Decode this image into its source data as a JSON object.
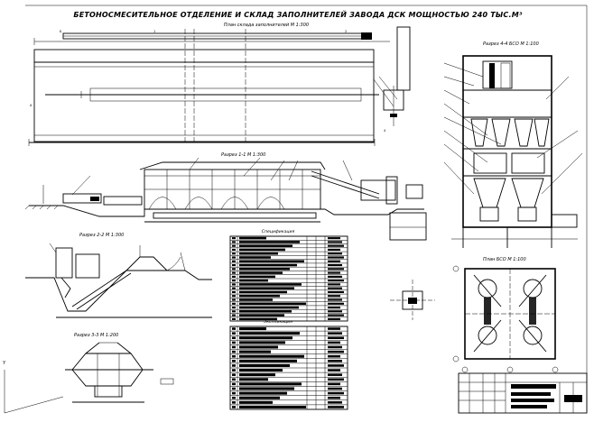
{
  "sheet": {
    "title": "БЕТОНОСМЕСИТЕЛЬНОЕ ОТДЕЛЕНИЕ И СКЛАД ЗАПОЛНИТЕЛЕЙ ЗАВОДА ДСК МОЩНОСТЬЮ 240 ТЫС.М³",
    "plan_label": "План склада заполнителей М 1:300",
    "section_1_label": "Разрез 1-1 М 1:300",
    "section_2_label": "Разрез 2-2 М 1:300",
    "section_3_label": "Разрез 3-3 М 1:200",
    "section_4_label": "Разрез 4-4 БСО М 1:100",
    "plan_bso_label": "План БСО М 1:100",
    "spec1_title": "Спецификация",
    "spec2_title": "Экспликация",
    "axis_letter": "Y",
    "plan_marks": [
      "Б",
      "А",
      "1",
      "2",
      "4"
    ]
  },
  "spec1": {
    "rows": 22
  },
  "spec2": {
    "rows": 18
  },
  "colors": {
    "ink": "#000000",
    "paper": "#ffffff"
  }
}
